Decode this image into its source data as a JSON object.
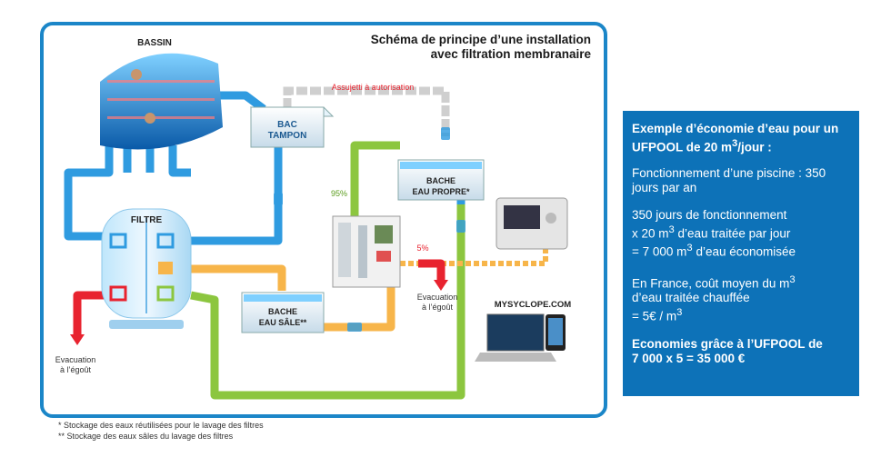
{
  "title_line1": "Schéma de principe d’une installation",
  "title_line2": "avec filtration membranaire",
  "labels": {
    "bassin": "BASSIN",
    "bac_line1": "BAC",
    "bac_line2": "TAMPON",
    "filtre": "FILTRE",
    "bache_propre_line1": "BACHE",
    "bache_propre_line2": "EAU PROPRE*",
    "bache_sale_line1": "BACHE",
    "bache_sale_line2": "EAU SÂLE**",
    "assujetti": "Assujetti à autorisation",
    "pct95": "95%",
    "pct5": "5%",
    "evac_right_line1": "Evacuation",
    "evac_right_line2": "à l’égoût",
    "evac_left_line1": "Evacuation",
    "evac_left_line2": "à l’égoût",
    "mysyclope": "MYSYCLOPE.COM"
  },
  "notes": {
    "note1": "*   Stockage des eaux réutilisées pour le lavage des filtres",
    "note2": "**  Stockage des eaux sâles du lavage des filtres"
  },
  "info": {
    "heading_part1": "Exemple d’économie d’eau pour un UFPOOL de 20 m",
    "heading_sup": "3",
    "heading_part2": "/jour :",
    "p1": "Fonctionnement d’une piscine : 350 jours par an",
    "p2_line1": "350 jours de fonctionnement",
    "p2_line2a": "x 20 m",
    "p2_line2b": " d’eau traitée par jour",
    "p2_line3a": "= 7 000  m",
    "p2_line3b": " d’eau économisée",
    "p3_line1a": "En France, coût moyen du m",
    "p3_line2": "d’eau traitée chauffée",
    "p3_line3a": "= 5€ /  m",
    "sup3": "3",
    "bold_line1": "Economies grâce à l’UFPOOL de",
    "bold_line2": "7 000 x 5 = 35 000 €"
  },
  "colors": {
    "blue_pipe": "#2f9be0",
    "green_pipe": "#8cc63f",
    "orange_pipe": "#f7b54a",
    "red_pipe": "#e8232f",
    "gray_pipe": "#c8c8c8",
    "frame": "#1b86c8",
    "info_bg": "#0d72b8"
  }
}
